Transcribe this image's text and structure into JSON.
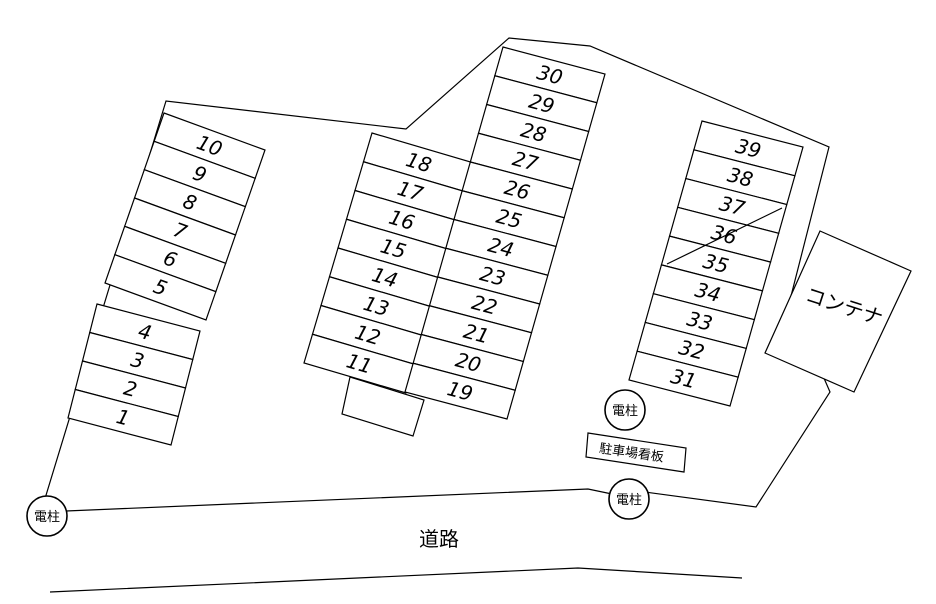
{
  "parking": {
    "blocks": [
      {
        "name": "block-a",
        "spaces": [
          "4",
          "3",
          "2",
          "1"
        ]
      },
      {
        "name": "block-b",
        "spaces": [
          "10",
          "9",
          "8",
          "7",
          "6",
          "5"
        ]
      },
      {
        "name": "block-c",
        "spaces": [
          "18",
          "17",
          "16",
          "15",
          "14",
          "13",
          "12",
          "11"
        ]
      },
      {
        "name": "block-d",
        "spaces": [
          "30",
          "29",
          "28",
          "27",
          "26",
          "25",
          "24",
          "23",
          "22",
          "21",
          "20",
          "19"
        ]
      },
      {
        "name": "block-e",
        "spaces": [
          "39",
          "38",
          "37",
          "36",
          "35",
          "34",
          "33",
          "32",
          "31"
        ]
      }
    ]
  },
  "labels": {
    "pole": "電柱",
    "container": "コンテナ",
    "sign": "駐車場看板",
    "road": "道路"
  },
  "colors": {
    "stroke": "#000000",
    "background": "#ffffff"
  }
}
